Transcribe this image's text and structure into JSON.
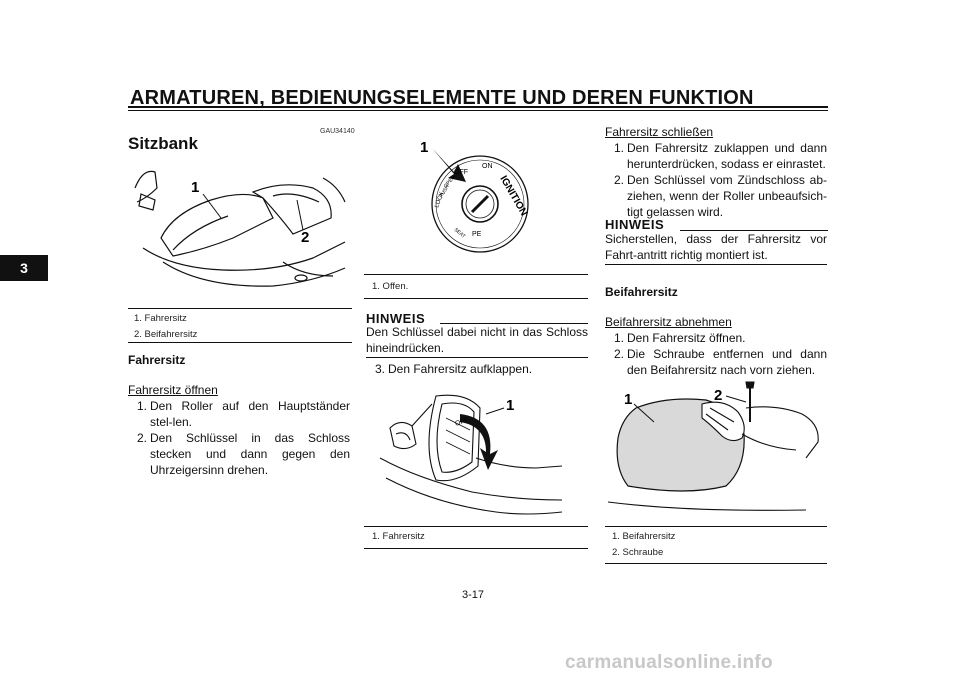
{
  "header": {
    "title": "ARMATUREN, BEDIENUNGSELEMENTE UND DEREN FUNKTION"
  },
  "chapter_tab": "3",
  "col1": {
    "code": "GAU34140",
    "section_title": "Sitzbank",
    "figure": {
      "callout_1": "1",
      "callout_2": "2"
    },
    "captions": [
      "1.  Fahrersitz",
      "2.  Beifahrersitz"
    ],
    "subheading": "Fahrersitz",
    "open_title": "Fahrersitz öffnen",
    "steps": [
      {
        "num": "1.",
        "text": "Den Roller auf den Hauptständer stel-len."
      },
      {
        "num": "2.",
        "text": "Den Schlüssel in das Schloss stecken und dann gegen den Uhrzeigersinn drehen."
      }
    ]
  },
  "col2": {
    "figure1": {
      "callout_1": "1",
      "lock_labels": [
        "IGNITION",
        "ON",
        "OFF",
        "LOCK",
        "OPEN",
        "PUSH",
        "SEAT",
        "PE"
      ]
    },
    "caption1": "1.  Offen.",
    "note_title": "HINWEIS",
    "note_text": "Den Schlüssel dabei nicht in das Schloss hineindrücken.",
    "step3": {
      "num": "3.",
      "text": "Den Fahrersitz aufklappen."
    },
    "figure2": {
      "callout_1": "1",
      "label": "OFF"
    },
    "caption2": "1.  Fahrersitz"
  },
  "col3": {
    "close_title": "Fahrersitz schließen",
    "close_steps": [
      {
        "num": "1.",
        "text": "Den Fahrersitz zuklappen und dann herunterdrücken, sodass er einrastet."
      },
      {
        "num": "2.",
        "text": "Den Schlüssel vom Zündschloss ab-ziehen, wenn der Roller unbeaufsich-tigt gelassen wird."
      }
    ],
    "note_title": "HINWEIS",
    "note_text": "Sicherstellen, dass der Fahrersitz vor Fahrt-antritt richtig montiert ist.",
    "subheading": "Beifahrersitz",
    "remove_title": "Beifahrersitz abnehmen",
    "remove_steps": [
      {
        "num": "1.",
        "text": "Den Fahrersitz öffnen."
      },
      {
        "num": "2.",
        "text": "Die Schraube entfernen und dann den Beifahrersitz nach vorn ziehen."
      }
    ],
    "figure": {
      "callout_1": "1",
      "callout_2": "2"
    },
    "captions": [
      "1.  Beifahrersitz",
      "2.  Schraube"
    ]
  },
  "page_number": "3-17",
  "watermark": "carmanualsonline.info"
}
